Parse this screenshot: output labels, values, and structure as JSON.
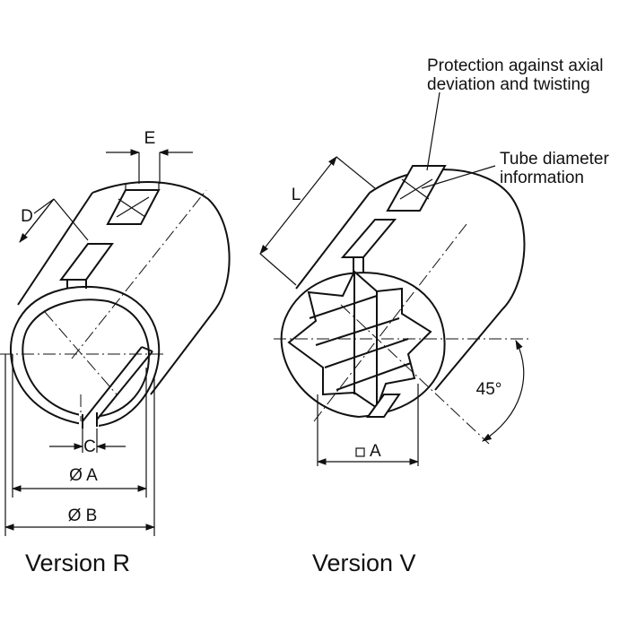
{
  "annotations": {
    "protection": [
      "Protection against axial",
      "deviation and twisting"
    ],
    "tube_info": [
      "Tube diameter",
      "information"
    ]
  },
  "dimensions": {
    "e": "E",
    "d": "D",
    "c": "C",
    "dia_a": "Ø A",
    "dia_b": "Ø B",
    "l": "L",
    "angle": "45°",
    "sq_a": "A"
  },
  "captions": {
    "version_r": "Version R",
    "version_v": "Version V"
  }
}
